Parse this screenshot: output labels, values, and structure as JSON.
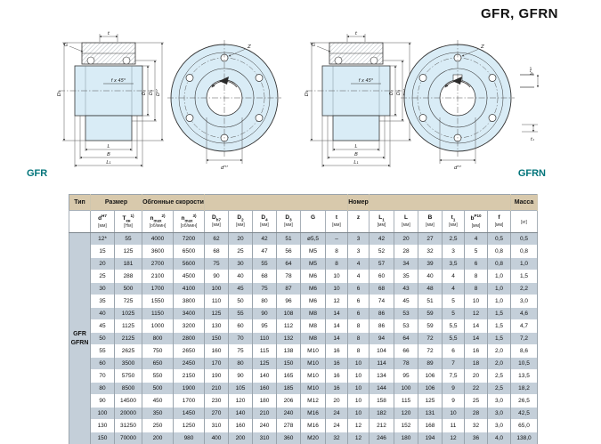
{
  "page": {
    "title": "GFR, GFRN"
  },
  "drawings": {
    "left_caption": "GFR",
    "right_caption": "GFRN",
    "section": {
      "dim_t": "t",
      "dim_G": "G",
      "dim_D3": "D₃",
      "dim_D2": "D₂",
      "dim_D4": "D₄",
      "dim_D": "Dʰ⁷",
      "chamfer": "f x 45°",
      "dim_L": "L",
      "dim_B": "B",
      "dim_L1": "L₁"
    },
    "front": {
      "dim_Z": "Z",
      "dim_d": "dᴴ⁷",
      "dim_b": "bᴾ¹⁰",
      "dim_t1": "t₁"
    }
  },
  "table": {
    "group_headers": [
      {
        "label": "Тип",
        "colspan": 1
      },
      {
        "label": "Размер",
        "colspan": 2
      },
      {
        "label": "Обгонные скорости",
        "colspan": 2
      },
      {
        "label": "",
        "colspan": 6
      },
      {
        "label": "Номер",
        "colspan": 1
      },
      {
        "label": "",
        "colspan": 6
      },
      {
        "label": "Масса",
        "colspan": 1
      }
    ],
    "columns": [
      {
        "base": "d",
        "sup": "H7",
        "unit": "[мм]"
      },
      {
        "base": "T",
        "sub": "кн",
        "sup": "1)",
        "unit": "[Нм]"
      },
      {
        "base": "n",
        "sub": "max",
        "sup": "2)",
        "unit": "[об/мин]"
      },
      {
        "base": "n",
        "sub": "max",
        "sup": "3)",
        "unit": "[об/мин]"
      },
      {
        "base": "D",
        "sub": "h7",
        "unit": "[мм]"
      },
      {
        "base": "D",
        "sub": "2",
        "unit": "[мм]"
      },
      {
        "base": "D",
        "sub": "4",
        "unit": "[мм]"
      },
      {
        "base": "D",
        "sub": "3",
        "unit": "[мм]"
      },
      {
        "base": "G",
        "unit": ""
      },
      {
        "base": "t",
        "unit": "[мм]"
      },
      {
        "base": "z",
        "unit": ""
      },
      {
        "base": "L",
        "sub": "1",
        "unit": "[мм]"
      },
      {
        "base": "L",
        "unit": "[мм]"
      },
      {
        "base": "B",
        "unit": "[мм]"
      },
      {
        "base": "t",
        "sub": "1",
        "unit": "[мм]"
      },
      {
        "base": "b",
        "sup": "P10",
        "unit": "[мм]"
      },
      {
        "base": "f",
        "unit": "[мм]"
      },
      {
        "base": "",
        "unit": "[кг]"
      }
    ],
    "type_cell": [
      "GFR",
      "GFRN"
    ],
    "rows": [
      [
        "12*",
        "55",
        "4000",
        "7200",
        "62",
        "20",
        "42",
        "51",
        "ø5,5",
        "–",
        "3",
        "42",
        "20",
        "27",
        "2,5",
        "4",
        "0,5",
        "0,5"
      ],
      [
        "15",
        "125",
        "3600",
        "6500",
        "68",
        "25",
        "47",
        "56",
        "M5",
        "8",
        "3",
        "52",
        "28",
        "32",
        "3",
        "5",
        "0,8",
        "0,8"
      ],
      [
        "20",
        "181",
        "2700",
        "5600",
        "75",
        "30",
        "55",
        "64",
        "M5",
        "8",
        "4",
        "57",
        "34",
        "39",
        "3,5",
        "6",
        "0,8",
        "1,0"
      ],
      [
        "25",
        "288",
        "2100",
        "4500",
        "90",
        "40",
        "68",
        "78",
        "M6",
        "10",
        "4",
        "60",
        "35",
        "40",
        "4",
        "8",
        "1,0",
        "1,5"
      ],
      [
        "30",
        "500",
        "1700",
        "4100",
        "100",
        "45",
        "75",
        "87",
        "M6",
        "10",
        "6",
        "68",
        "43",
        "48",
        "4",
        "8",
        "1,0",
        "2,2"
      ],
      [
        "35",
        "725",
        "1550",
        "3800",
        "110",
        "50",
        "80",
        "96",
        "M6",
        "12",
        "6",
        "74",
        "45",
        "51",
        "5",
        "10",
        "1,0",
        "3,0"
      ],
      [
        "40",
        "1025",
        "1150",
        "3400",
        "125",
        "55",
        "90",
        "108",
        "M8",
        "14",
        "6",
        "86",
        "53",
        "59",
        "5",
        "12",
        "1,5",
        "4,6"
      ],
      [
        "45",
        "1125",
        "1000",
        "3200",
        "130",
        "60",
        "95",
        "112",
        "M8",
        "14",
        "8",
        "86",
        "53",
        "59",
        "5,5",
        "14",
        "1,5",
        "4,7"
      ],
      [
        "50",
        "2125",
        "800",
        "2800",
        "150",
        "70",
        "110",
        "132",
        "M8",
        "14",
        "8",
        "94",
        "64",
        "72",
        "5,5",
        "14",
        "1,5",
        "7,2"
      ],
      [
        "55",
        "2625",
        "750",
        "2650",
        "160",
        "75",
        "115",
        "138",
        "M10",
        "16",
        "8",
        "104",
        "66",
        "72",
        "6",
        "16",
        "2,0",
        "8,6"
      ],
      [
        "60",
        "3500",
        "650",
        "2450",
        "170",
        "80",
        "125",
        "150",
        "M10",
        "16",
        "10",
        "114",
        "78",
        "89",
        "7",
        "18",
        "2,0",
        "10,5"
      ],
      [
        "70",
        "5750",
        "550",
        "2150",
        "190",
        "90",
        "140",
        "165",
        "M10",
        "16",
        "10",
        "134",
        "95",
        "106",
        "7,5",
        "20",
        "2,5",
        "13,5"
      ],
      [
        "80",
        "8500",
        "500",
        "1900",
        "210",
        "105",
        "160",
        "185",
        "M10",
        "16",
        "10",
        "144",
        "100",
        "106",
        "9",
        "22",
        "2,5",
        "18,2"
      ],
      [
        "90",
        "14500",
        "450",
        "1700",
        "230",
        "120",
        "180",
        "206",
        "M12",
        "20",
        "10",
        "158",
        "115",
        "125",
        "9",
        "25",
        "3,0",
        "26,5"
      ],
      [
        "100",
        "20000",
        "350",
        "1450",
        "270",
        "140",
        "210",
        "240",
        "M16",
        "24",
        "10",
        "182",
        "120",
        "131",
        "10",
        "28",
        "3,0",
        "42,5"
      ],
      [
        "130",
        "31250",
        "250",
        "1250",
        "310",
        "160",
        "240",
        "278",
        "M16",
        "24",
        "12",
        "212",
        "152",
        "168",
        "11",
        "32",
        "3,0",
        "65,0"
      ],
      [
        "150",
        "70000",
        "200",
        "980",
        "400",
        "200",
        "310",
        "360",
        "M20",
        "32",
        "12",
        "246",
        "180",
        "194",
        "12",
        "36",
        "4,0",
        "138,0"
      ]
    ],
    "colors": {
      "header_bg": "#d8c9ac",
      "stripe_bg": "#c4cfd9",
      "caption_teal": "#00747a"
    }
  }
}
